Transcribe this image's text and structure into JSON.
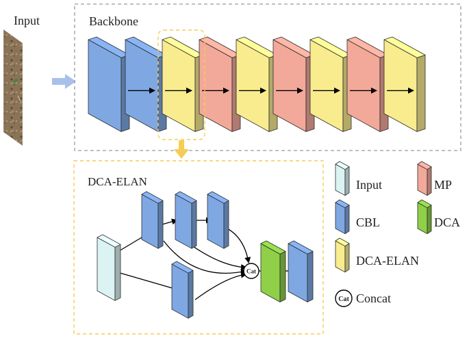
{
  "labels": {
    "input": "Input",
    "backbone": "Backbone",
    "dca_elan": "DCA-ELAN",
    "cat": "Cat"
  },
  "legend": {
    "input": "Input",
    "mp": "MP",
    "cbl": "CBL",
    "dca": "DCA",
    "dca_elan": "DCA-ELAN",
    "concat": "Concat",
    "cat_symbol": "Cat"
  },
  "colors": {
    "cbl": "#7fa8e3",
    "dca_elan": "#f9ec8f",
    "mp": "#f3a99a",
    "input": "#dcf3f4",
    "dca": "#8fd048",
    "highlight": "#f5cc55",
    "flow_arrow": "#a9c0ea",
    "frame": "#9a9a9a"
  },
  "backbone_sequence": [
    "cbl",
    "cbl",
    "dca_elan",
    "mp",
    "dca_elan",
    "mp",
    "dca_elan",
    "mp",
    "dca_elan"
  ]
}
